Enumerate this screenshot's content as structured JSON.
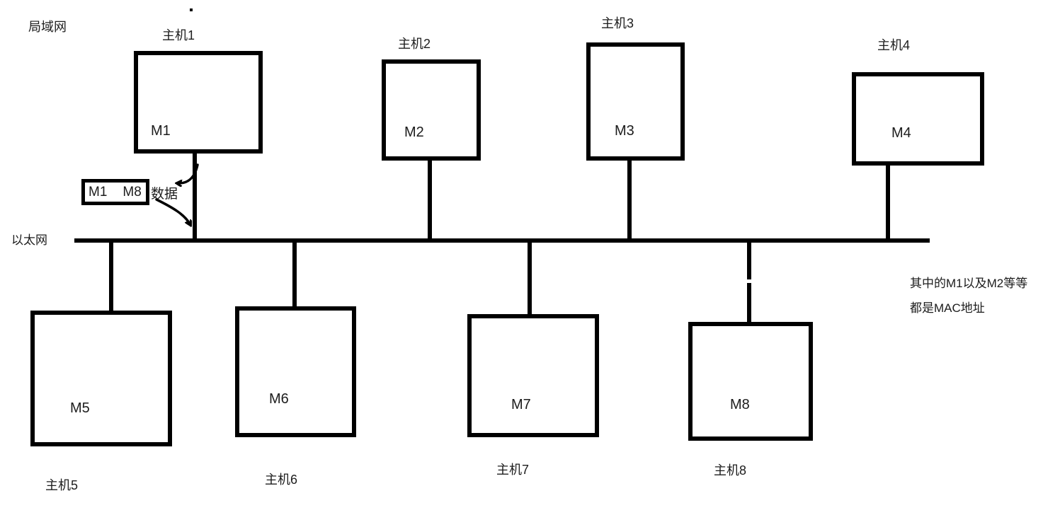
{
  "labels": {
    "lan": "局域网",
    "ethernet": "以太网"
  },
  "note": {
    "line1": "其中的M1以及M2等等",
    "line2": "都是MAC地址"
  },
  "frame": {
    "dest_address": "M1",
    "src_address": "M8",
    "payload_label": "数据"
  },
  "hosts": [
    {
      "label": "主机1",
      "mac": "M1"
    },
    {
      "label": "主机2",
      "mac": "M2"
    },
    {
      "label": "主机3",
      "mac": "M3"
    },
    {
      "label": "主机4",
      "mac": "M4"
    },
    {
      "label": "主机5",
      "mac": "M5"
    },
    {
      "label": "主机6",
      "mac": "M6"
    },
    {
      "label": "主机7",
      "mac": "M7"
    },
    {
      "label": "主机8",
      "mac": "M8"
    }
  ],
  "colors": {
    "stroke": "#000000",
    "text": "#1c1c1c",
    "background": "#ffffff"
  }
}
